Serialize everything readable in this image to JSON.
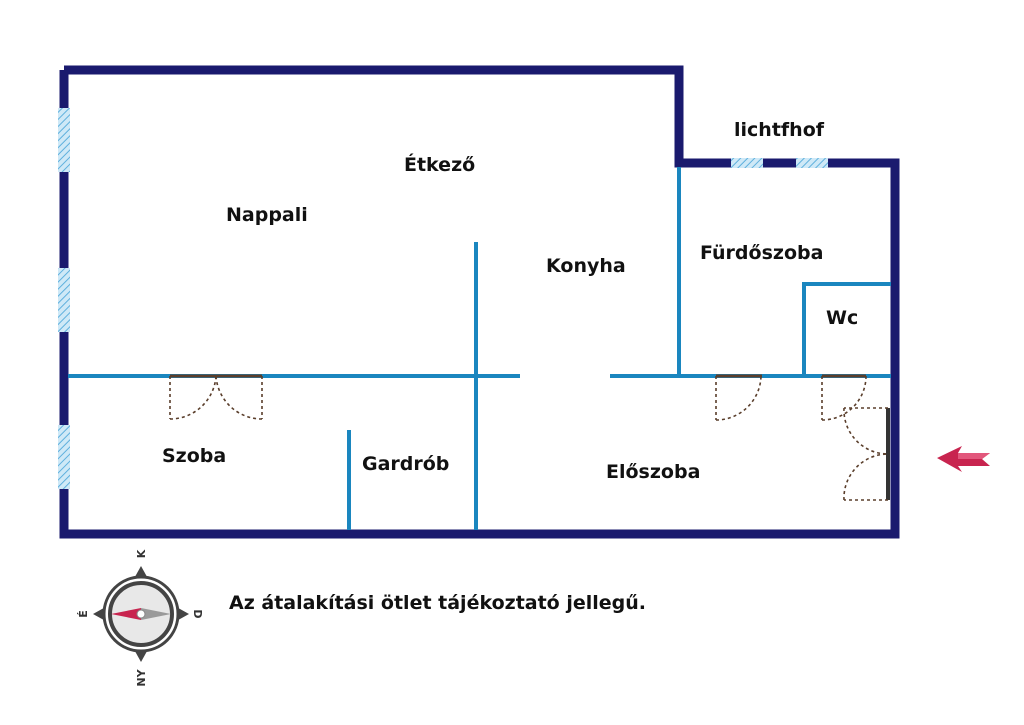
{
  "rooms": {
    "nappali": "Nappali",
    "etkezo": "Étkező",
    "konyha": "Konyha",
    "lichtfhof": "lichtfhof",
    "furdoszoba": "Fürdőszoba",
    "wc": "Wc",
    "szoba": "Szoba",
    "gardrob": "Gardrób",
    "eloszoba": "Előszoba"
  },
  "note": "Az átalakítási ötlet tájékoztató jellegű.",
  "compass": {
    "north": "K",
    "east": "D",
    "south": "NY",
    "west": "É"
  },
  "colors": {
    "outer_wall": "#1a1a6e",
    "inner_wall": "#1a86bf",
    "window_hatch": "#7fc3e6",
    "entrance_arrow": "#c8244f",
    "door_swing": "#5a3e2b"
  }
}
